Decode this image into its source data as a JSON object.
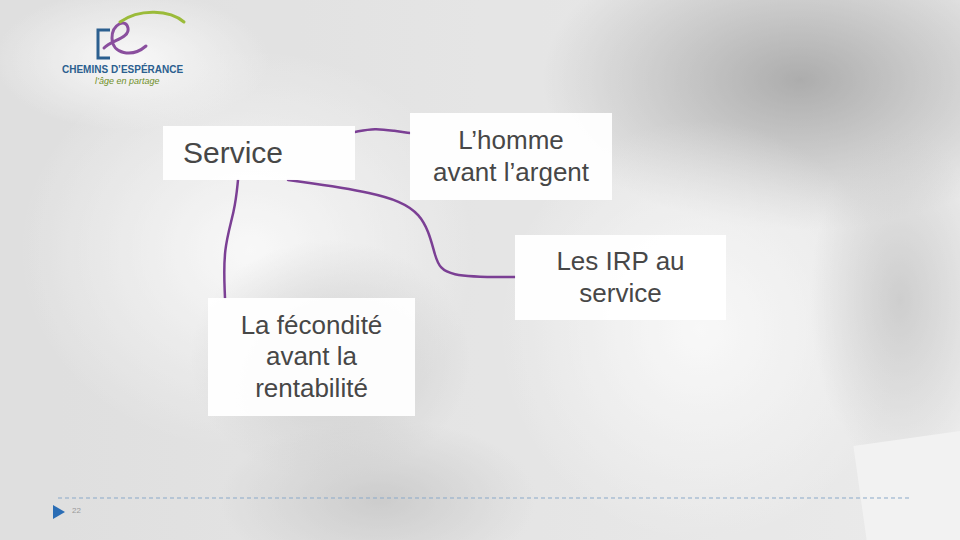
{
  "diagram": {
    "nodes": [
      {
        "text": [
          "Service"
        ]
      },
      {
        "text": [
          "L’homme avant l’argent"
        ]
      },
      {
        "text": [
          "Les IRP au service"
        ]
      },
      {
        "text": [
          "La fécondité avant la rentabilité"
        ]
      }
    ],
    "edges": [
      {
        "from": 0,
        "to": 1,
        "arrow": "none"
      },
      {
        "from": 0,
        "to": 2,
        "arrow": "none"
      },
      {
        "from": 0,
        "to": 3,
        "arrow": "none"
      }
    ],
    "labels": [
      "CHEMINS D’ESPÉRANCE",
      "l’âge en partage",
      "22"
    ]
  }
}
